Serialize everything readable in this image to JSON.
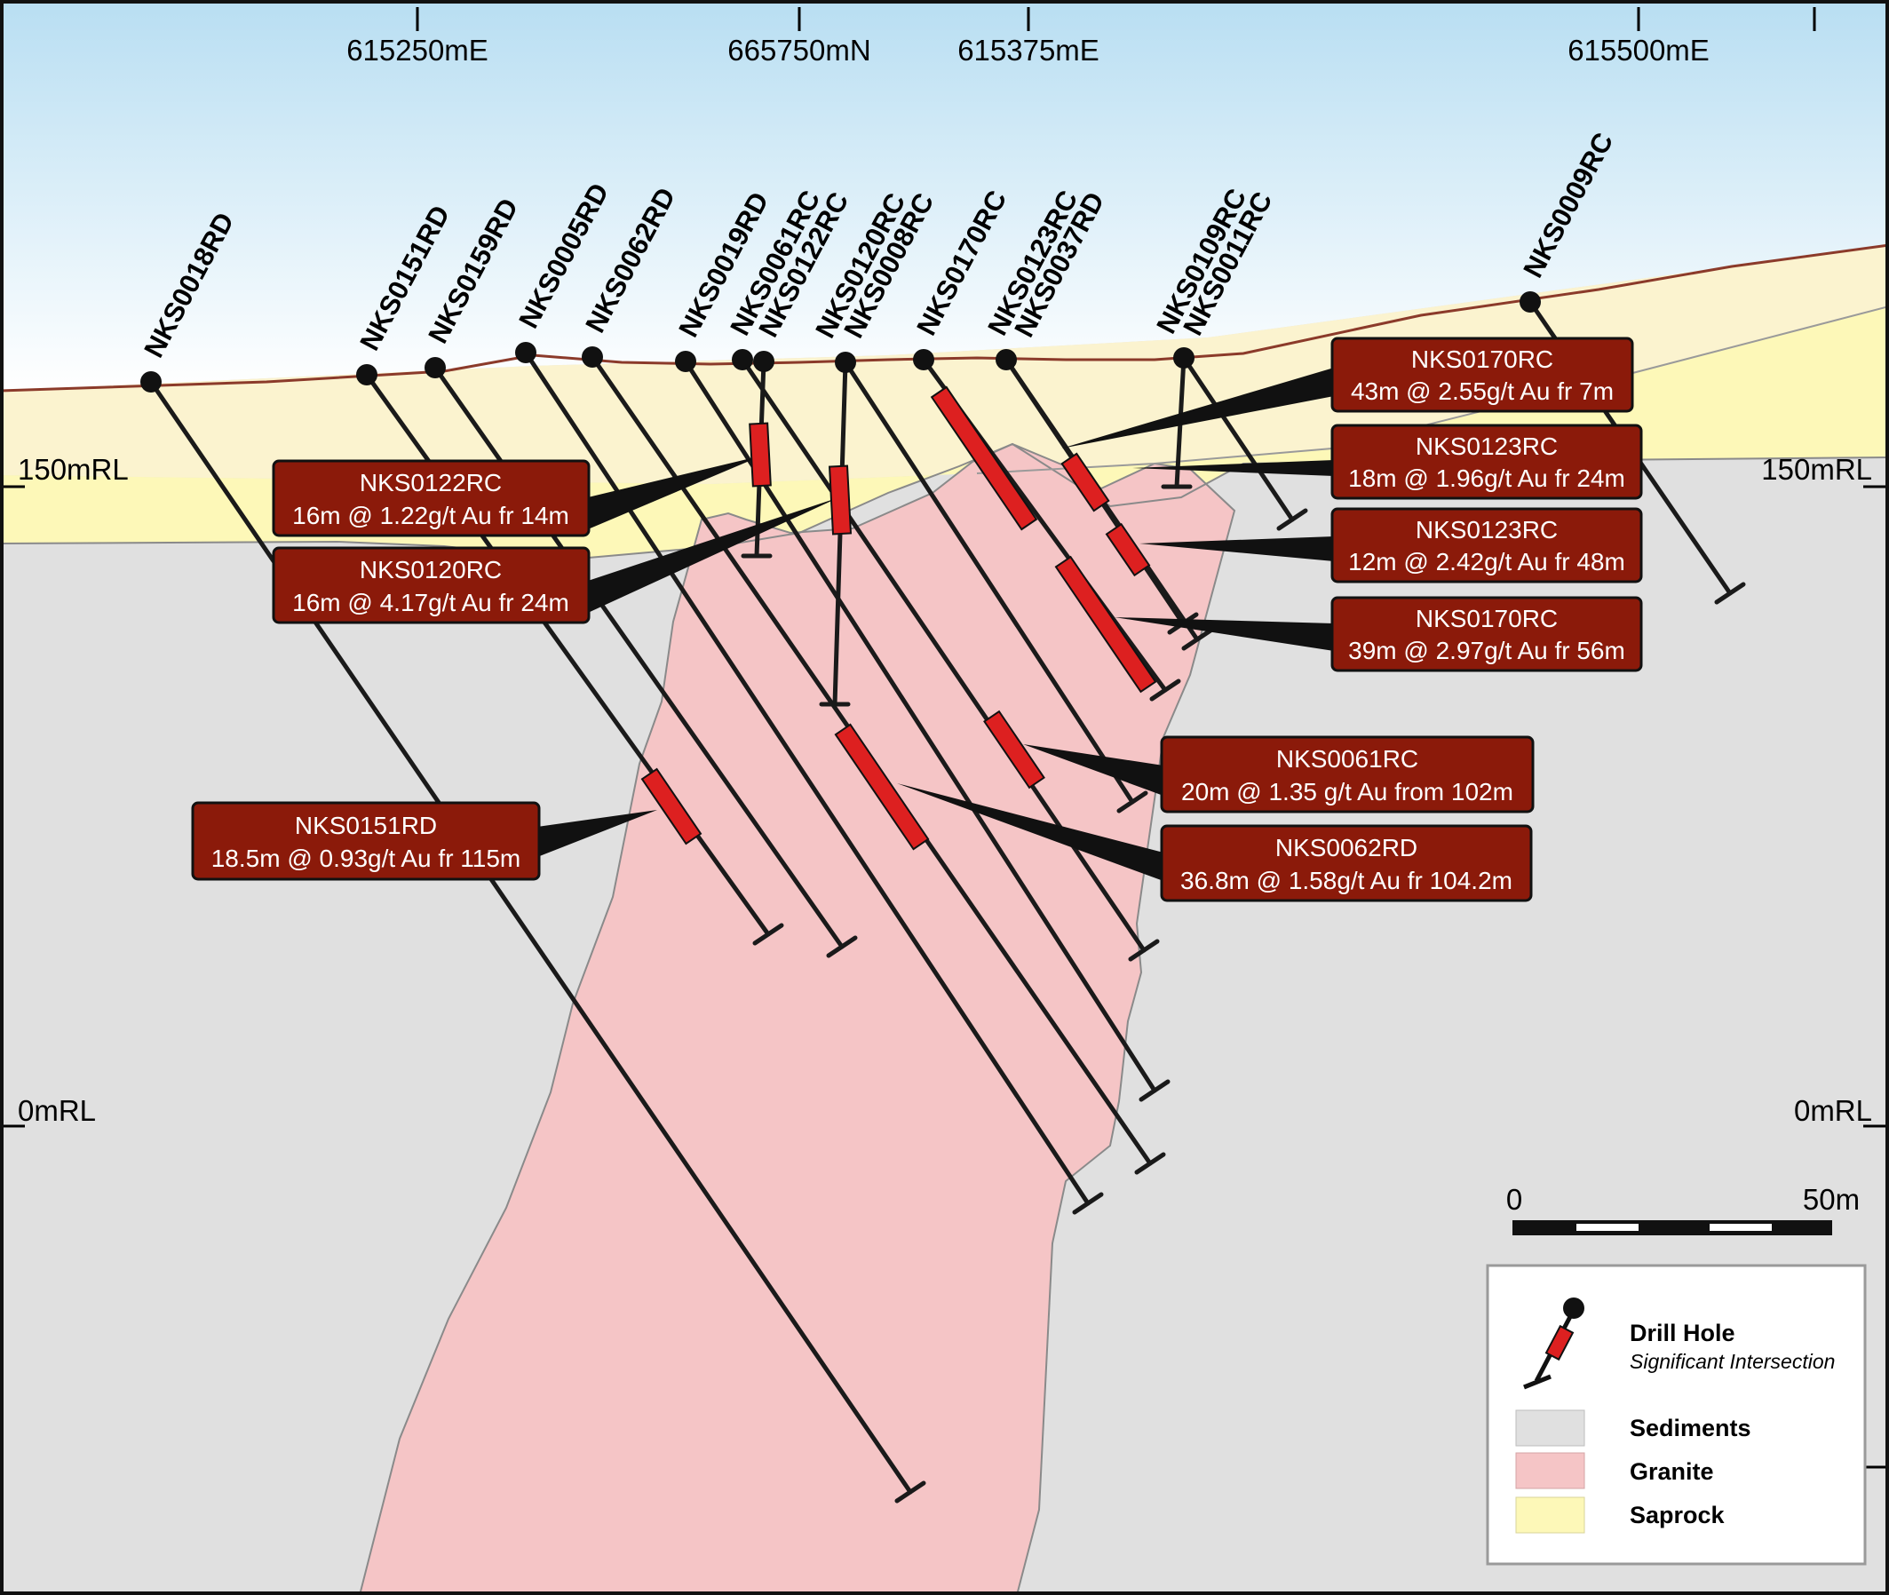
{
  "axes": {
    "eastings": [
      "615250mE",
      "665750mN",
      "615375mE",
      "615500mE"
    ],
    "rl_left": [
      "150mRL",
      "0mRL"
    ],
    "rl_right": [
      "150mRL",
      "0mRL"
    ]
  },
  "drill_holes": [
    "NKS0018RD",
    "NKS0151RD",
    "NKS0159RD",
    "NKS0005RD",
    "NKS0062RD",
    "NKS0019RD",
    "NKS0061RC",
    "NKS0122RC",
    "NKS0120RC",
    "NKS0008RC",
    "NKS0170RC",
    "NKS0123RC",
    "NKS0037RD",
    "NKS0109RC",
    "NKS0011RC",
    "NKS0009RC"
  ],
  "intersections": [
    {
      "hole": "NKS0170RC",
      "text": "43m @ 2.55g/t Au fr 7m"
    },
    {
      "hole": "NKS0123RC",
      "text": "18m @ 1.96g/t Au fr 24m"
    },
    {
      "hole": "NKS0123RC",
      "text": "12m @ 2.42g/t Au fr 48m"
    },
    {
      "hole": "NKS0170RC",
      "text": "39m @ 2.97g/t Au fr 56m"
    },
    {
      "hole": "NKS0122RC",
      "text": "16m @ 1.22g/t Au fr 14m"
    },
    {
      "hole": "NKS0120RC",
      "text": "16m @ 4.17g/t Au fr 24m"
    },
    {
      "hole": "NKS0061RC",
      "text": "20m @ 1.35 g/t Au from 102m"
    },
    {
      "hole": "NKS0062RD",
      "text": "36.8m @ 1.58g/t Au fr 104.2m"
    },
    {
      "hole": "NKS0151RD",
      "text": "18.5m @ 0.93g/t Au fr 115m"
    }
  ],
  "scale_bar": {
    "start": "0",
    "end": "50m"
  },
  "legend": {
    "drill_hole": "Drill Hole",
    "drill_hole_sub": "Significant Intersection",
    "sediments": "Sediments",
    "granite": "Granite",
    "saprock": "Saprock"
  },
  "colors": {
    "sky_top": "#b8def2",
    "sky_bottom": "#ffffff",
    "saprolite": "#fbf3cf",
    "saprock": "#fdf8b8",
    "sediments": "#e0e0e0",
    "granite": "#f5c5c6",
    "label_box": "#8b1a0a",
    "intersection": "#dd2020",
    "surface_line": "#8b3a2a"
  }
}
